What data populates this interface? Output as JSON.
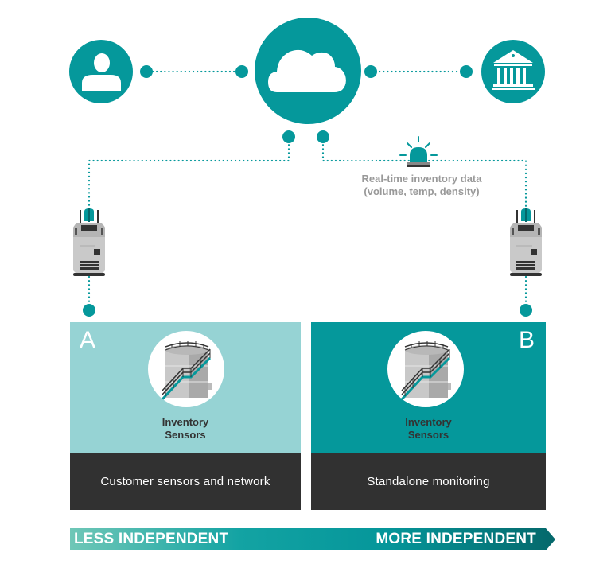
{
  "colors": {
    "teal": "#05989b",
    "light_teal": "#96d3d4",
    "dark_panel": "#313131",
    "label_gray": "#999999",
    "arrow_start": "#6fc7b7",
    "arrow_end": "#05686b"
  },
  "nodes": {
    "user": {
      "icon": "user-icon"
    },
    "cloud": {
      "icon": "cloud-icon"
    },
    "bank": {
      "icon": "bank-icon"
    }
  },
  "alert": {
    "icon": "alarm-light-icon",
    "label_line1": "Real-time inventory data",
    "label_line2": "(volume, temp, density)"
  },
  "panels": [
    {
      "letter": "A",
      "icon": "storage-tank-icon",
      "caption_line1": "Inventory",
      "caption_line2": "Sensors",
      "description": "Customer sensors and network"
    },
    {
      "letter": "B",
      "icon": "storage-tank-icon",
      "caption_line1": "Inventory",
      "caption_line2": "Sensors",
      "description": "Standalone monitoring"
    }
  ],
  "scale": {
    "left_label": "LESS INDEPENDENT",
    "right_label": "MORE INDEPENDENT"
  }
}
